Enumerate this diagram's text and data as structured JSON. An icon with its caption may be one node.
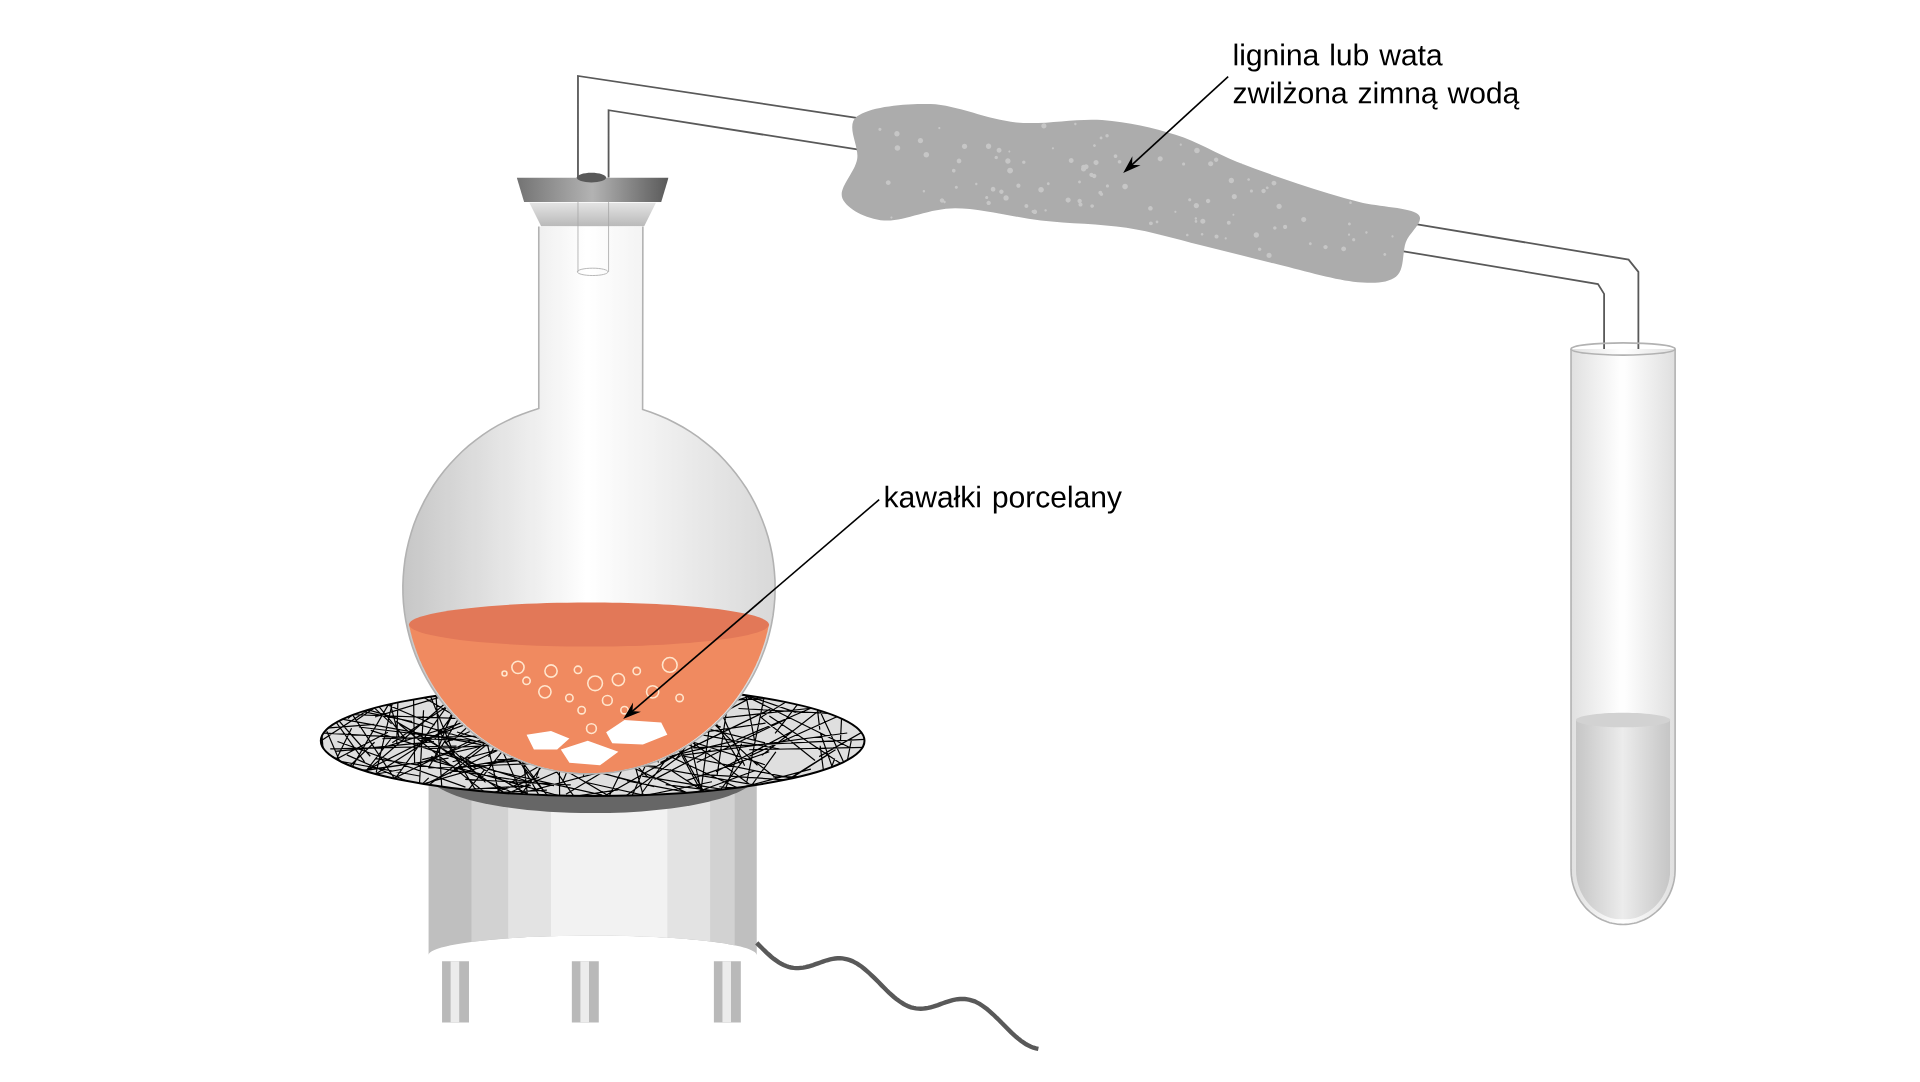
{
  "diagram": {
    "nodes": [
      {
        "text": [
          "lignina lub wata zwilżona zimną wodą"
        ]
      },
      {
        "text": [],
        "shape": "picture"
      },
      {
        "text": [
          "kawałki porcelany"
        ]
      },
      {
        "text": [],
        "shape": "picture"
      }
    ],
    "edges": [
      {
        "from": 0,
        "to": 1,
        "arrow": "to"
      },
      {
        "from": 2,
        "to": 3,
        "arrow": "to"
      }
    ]
  }
}
